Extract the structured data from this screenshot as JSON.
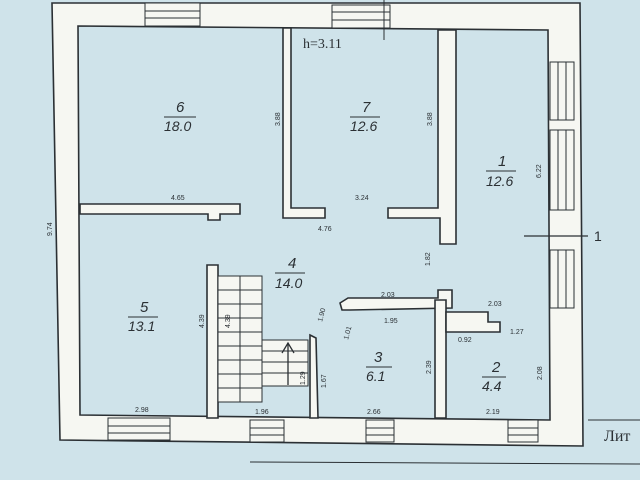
{
  "plan": {
    "ceiling_height": "h=3.11",
    "section_marker": "1",
    "corner_text": "Лит",
    "rooms": [
      {
        "id": "6",
        "number": "6",
        "area": "18.0"
      },
      {
        "id": "7",
        "number": "7",
        "area": "12.6"
      },
      {
        "id": "1",
        "number": "1",
        "area": "12.6"
      },
      {
        "id": "4",
        "number": "4",
        "area": "14.0"
      },
      {
        "id": "5",
        "number": "5",
        "area": "13.1"
      },
      {
        "id": "3",
        "number": "3",
        "area": "6.1"
      },
      {
        "id": "2",
        "number": "2",
        "area": "4.4"
      }
    ],
    "dimensions": {
      "d_974": "9.74",
      "d_388a": "3.88",
      "d_388b": "3.88",
      "d_465": "4.65",
      "d_324": "3.24",
      "d_476": "4.76",
      "d_622": "6.22",
      "d_182": "1.82",
      "d_203a": "2.03",
      "d_203b": "2.03",
      "d_195": "1.95",
      "d_127": "1.27",
      "d_092": "0.92",
      "d_439a": "4.39",
      "d_439b": "4.39",
      "d_190": "1.90",
      "d_101": "1.01",
      "d_129": "1.29",
      "d_167": "1.67",
      "d_239": "2.39",
      "d_208": "2.08",
      "d_298": "2.98",
      "d_196": "1.96",
      "d_266": "2.66",
      "d_219": "2.19"
    },
    "colors": {
      "background": "#cfe3ea",
      "paper": "#f6f7f2",
      "ink": "#2b3034"
    }
  }
}
